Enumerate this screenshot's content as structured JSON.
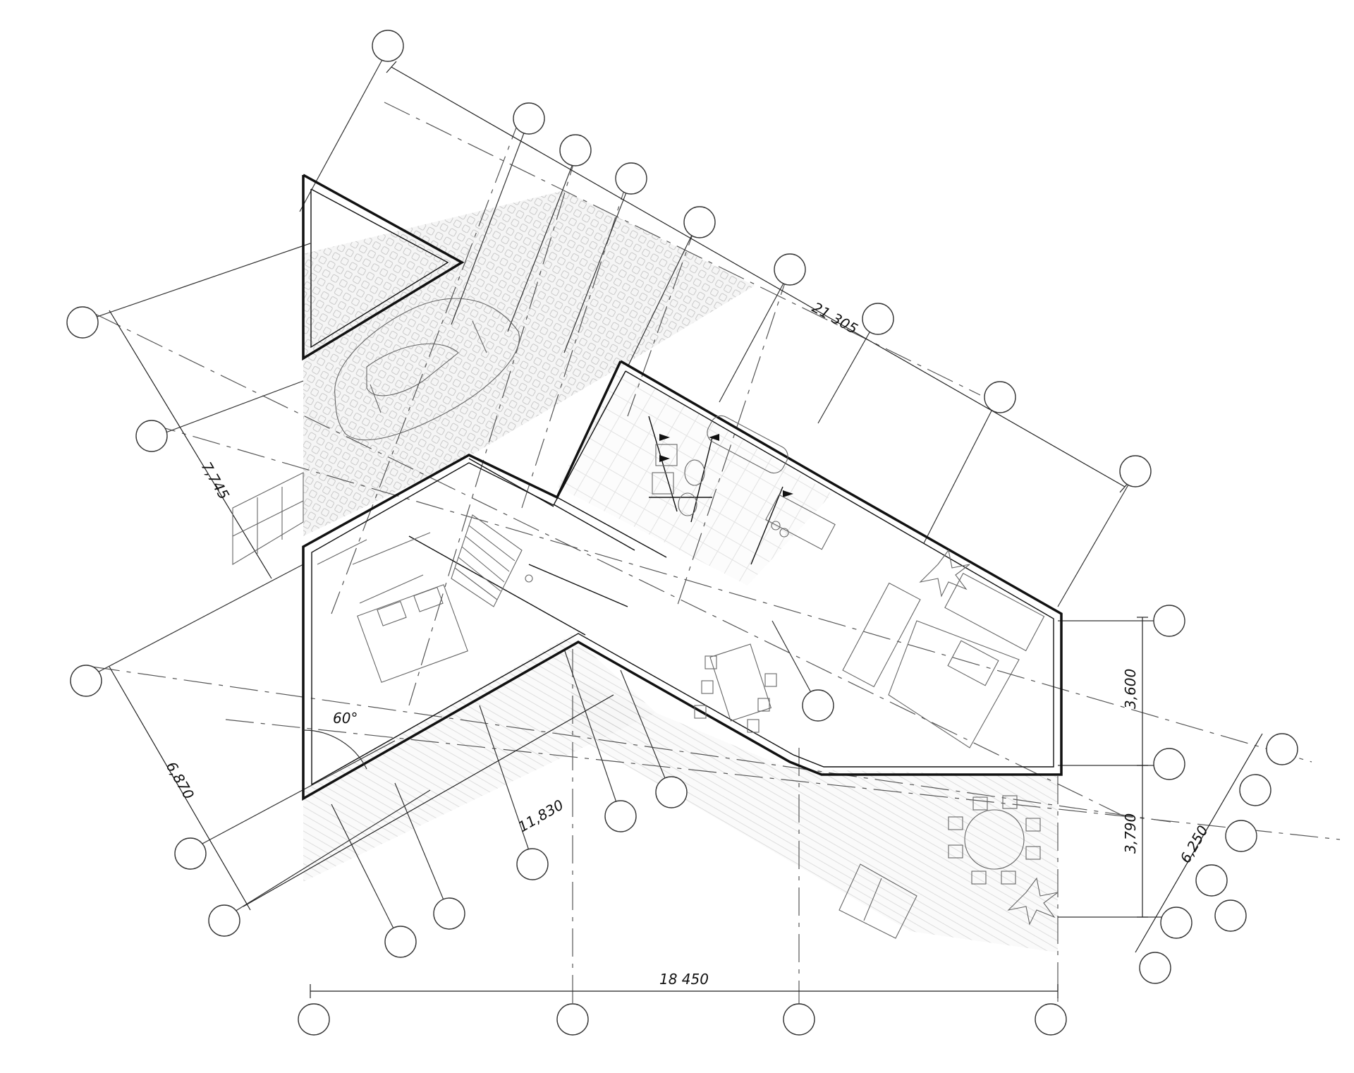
{
  "dimensions": {
    "top_length": "21 305",
    "left_depth_upper": "7,745",
    "left_depth_lower": "6,870",
    "inner_wing": "11,830",
    "bottom_length": "18 450",
    "right_upper": "3,600",
    "right_lower": "3,790",
    "right_diagonal": "6,250"
  },
  "angle_label": "60°",
  "colors": {
    "wall": "#111111",
    "hatch": "#bdbdbd",
    "line": "#333333"
  }
}
